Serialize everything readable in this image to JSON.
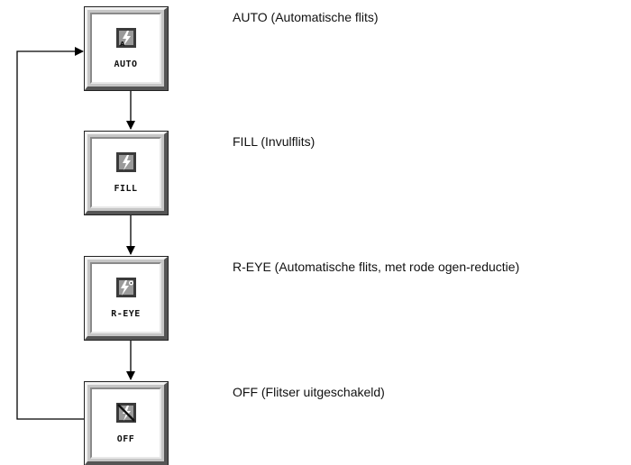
{
  "modes": [
    {
      "id": "auto",
      "button_label": "AUTO",
      "description": "AUTO (Automatische flits)",
      "icon": "flash-auto-icon"
    },
    {
      "id": "fill",
      "button_label": "FILL",
      "description": "FILL (Invulflits)",
      "icon": "flash-fill-icon"
    },
    {
      "id": "r-eye",
      "button_label": "R-EYE",
      "description": "R-EYE (Automatische flits, met rode ogen-reductie)",
      "icon": "flash-red-eye-icon"
    },
    {
      "id": "off",
      "button_label": "OFF",
      "description": "OFF (Flitser uitgeschakeld)",
      "icon": "flash-off-icon"
    }
  ],
  "colors": {
    "arrow": "#000000",
    "button_face": "#c6c6c6",
    "icon_dark": "#3a3a3a"
  }
}
